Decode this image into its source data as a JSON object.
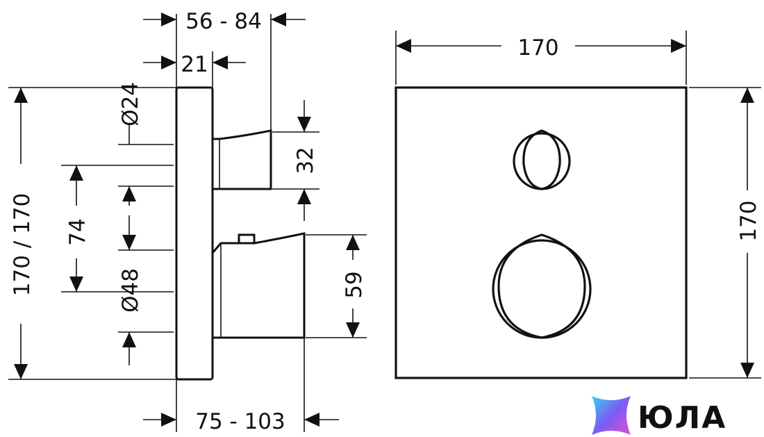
{
  "dimensions": {
    "depth_handle": "56 - 84",
    "flange": "21",
    "dia_small": "Ø24",
    "dia_large": "Ø48",
    "height_left": "170 / 170",
    "center_distance": "74",
    "handle_height": "32",
    "knob_height": "59",
    "depth_knob": "75 - 103",
    "width_front": "170",
    "height_front": "170"
  },
  "brand": {
    "name": "ЮЛА",
    "colors": [
      "#3ad1f0",
      "#7a5cf5",
      "#e04fd0"
    ]
  }
}
